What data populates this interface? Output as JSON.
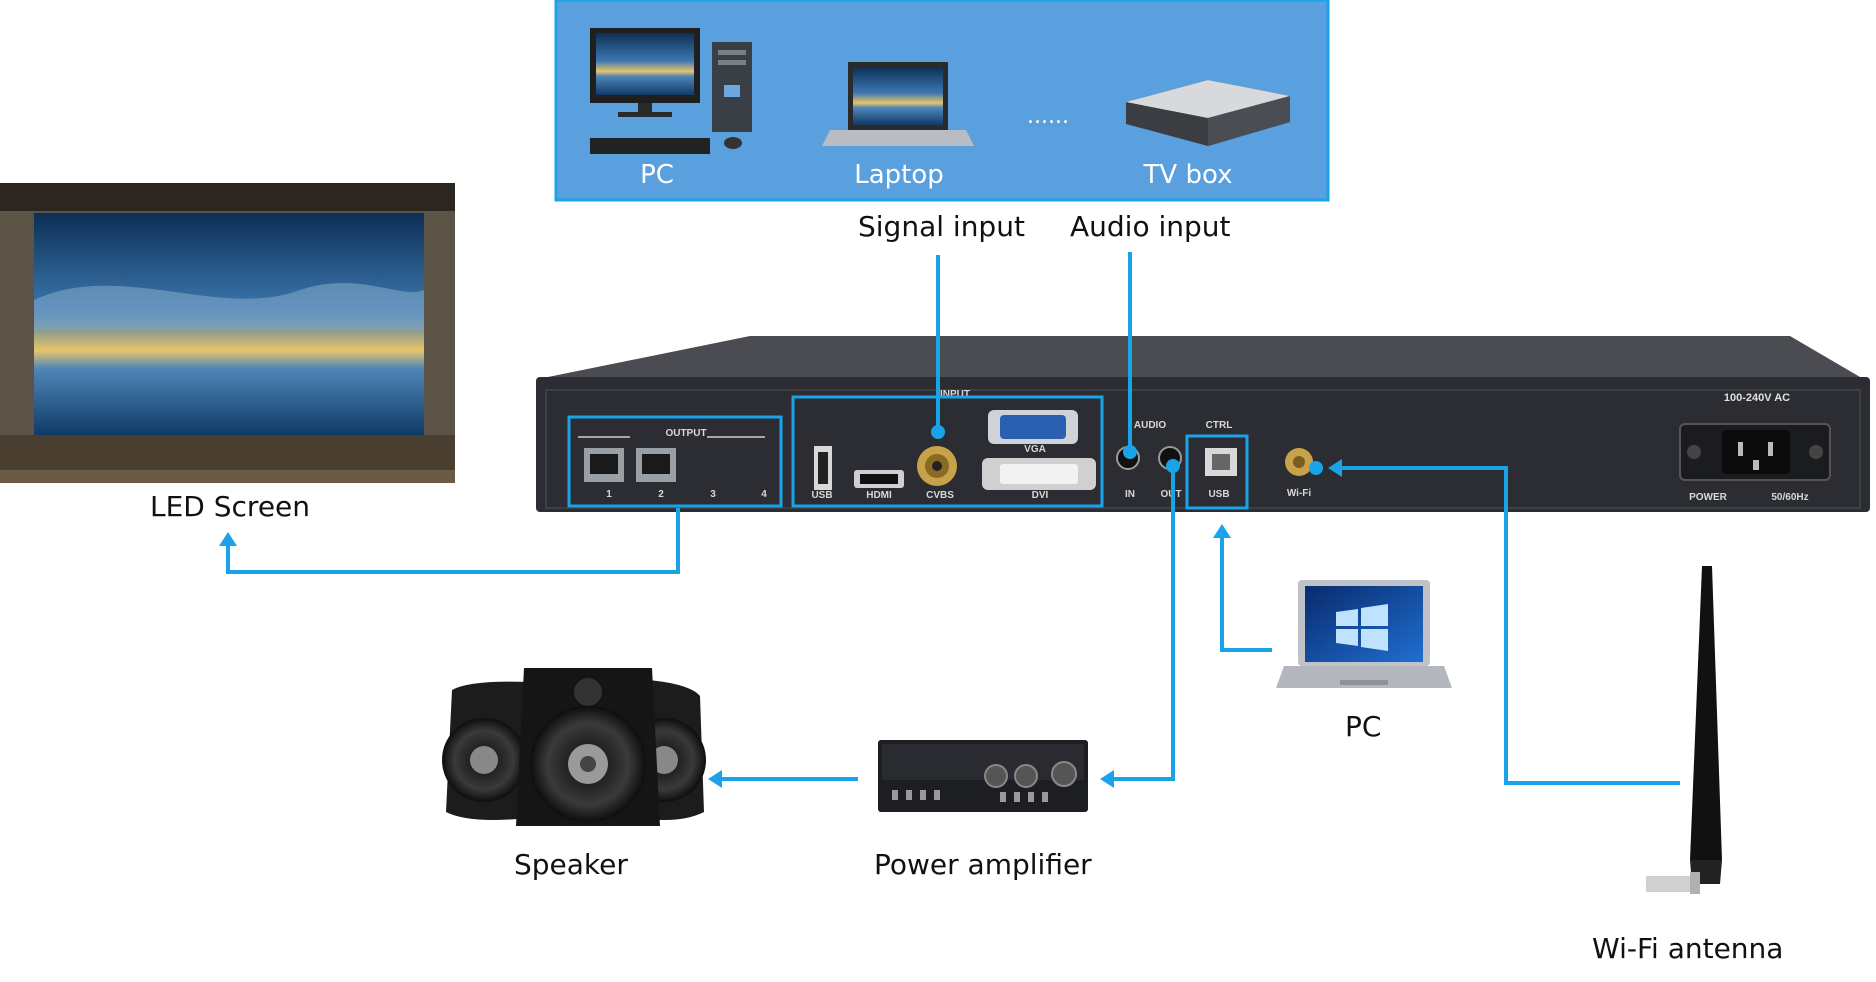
{
  "sources": {
    "pc": "PC",
    "laptop": "Laptop",
    "ellipsis": "......",
    "tv_box": "TV box"
  },
  "labels": {
    "signal_input": "Signal input",
    "audio_input": "Audio input",
    "led_screen": "LED Screen",
    "pc_control": "PC",
    "speaker": "Speaker",
    "power_amplifier": "Power amplifier",
    "wifi_antenna": "Wi-Fi antenna"
  },
  "panel": {
    "output": "OUTPUT",
    "ports": [
      "1",
      "2",
      "3",
      "4"
    ],
    "input": "INPUT",
    "usb": "USB",
    "hdmi": "HDMI",
    "cvbs": "CVBS",
    "vga": "VGA",
    "dvi": "DVI",
    "audio": "AUDIO",
    "in": "IN",
    "out": "OUT",
    "ctrl": "CTRL",
    "ctrl_usb": "USB",
    "wifi": "Wi-Fi",
    "ac": "100-240V AC",
    "power": "POWER",
    "freq": "50/60Hz"
  },
  "colors": {
    "accent": "#1aa3e8",
    "source_panel": "#5aa0de",
    "device": "#2b2d33"
  }
}
